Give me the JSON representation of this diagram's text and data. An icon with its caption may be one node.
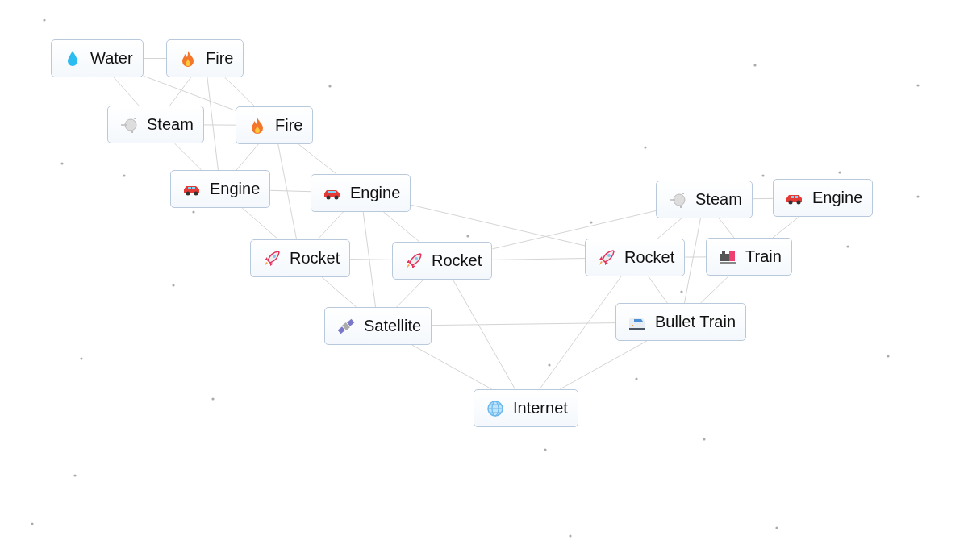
{
  "diagram": {
    "nodes": [
      {
        "text": [
          "Water"
        ]
      },
      {
        "text": [
          "Fire"
        ]
      },
      {
        "text": [
          "Steam"
        ]
      },
      {
        "text": [
          "Fire"
        ]
      },
      {
        "text": [
          "Engine"
        ]
      },
      {
        "text": [
          "Engine"
        ]
      },
      {
        "text": [
          "Rocket"
        ]
      },
      {
        "text": [
          "Rocket"
        ]
      },
      {
        "text": [
          "Satellite"
        ]
      },
      {
        "text": [
          "Internet"
        ]
      },
      {
        "text": [
          "Steam"
        ]
      },
      {
        "text": [
          "Engine"
        ]
      },
      {
        "text": [
          "Rocket"
        ]
      },
      {
        "text": [
          "Train"
        ]
      },
      {
        "text": [
          "Bullet Train"
        ]
      }
    ],
    "edges": [
      {
        "from": 0,
        "to": 1,
        "arrow": "none"
      },
      {
        "from": 0,
        "to": 2,
        "arrow": "none"
      },
      {
        "from": 1,
        "to": 2,
        "arrow": "none"
      },
      {
        "from": 2,
        "to": 3,
        "arrow": "none"
      },
      {
        "from": 1,
        "to": 3,
        "arrow": "none"
      },
      {
        "from": 0,
        "to": 3,
        "arrow": "none"
      },
      {
        "from": 2,
        "to": 4,
        "arrow": "none"
      },
      {
        "from": 3,
        "to": 4,
        "arrow": "none"
      },
      {
        "from": 1,
        "to": 4,
        "arrow": "none"
      },
      {
        "from": 4,
        "to": 5,
        "arrow": "none"
      },
      {
        "from": 3,
        "to": 5,
        "arrow": "none"
      },
      {
        "from": 4,
        "to": 6,
        "arrow": "none"
      },
      {
        "from": 5,
        "to": 6,
        "arrow": "none"
      },
      {
        "from": 3,
        "to": 6,
        "arrow": "none"
      },
      {
        "from": 6,
        "to": 7,
        "arrow": "none"
      },
      {
        "from": 5,
        "to": 7,
        "arrow": "none"
      },
      {
        "from": 6,
        "to": 8,
        "arrow": "none"
      },
      {
        "from": 7,
        "to": 8,
        "arrow": "none"
      },
      {
        "from": 5,
        "to": 8,
        "arrow": "none"
      },
      {
        "from": 8,
        "to": 9,
        "arrow": "none"
      },
      {
        "from": 7,
        "to": 9,
        "arrow": "none"
      },
      {
        "from": 7,
        "to": 12,
        "arrow": "none"
      },
      {
        "from": 5,
        "to": 12,
        "arrow": "none"
      },
      {
        "from": 7,
        "to": 10,
        "arrow": "none"
      },
      {
        "from": 8,
        "to": 14,
        "arrow": "none"
      },
      {
        "from": 10,
        "to": 11,
        "arrow": "none"
      },
      {
        "from": 10,
        "to": 12,
        "arrow": "none"
      },
      {
        "from": 10,
        "to": 13,
        "arrow": "none"
      },
      {
        "from": 11,
        "to": 13,
        "arrow": "none"
      },
      {
        "from": 12,
        "to": 13,
        "arrow": "none"
      },
      {
        "from": 12,
        "to": 14,
        "arrow": "none"
      },
      {
        "from": 13,
        "to": 14,
        "arrow": "none"
      },
      {
        "from": 10,
        "to": 14,
        "arrow": "none"
      },
      {
        "from": 12,
        "to": 9,
        "arrow": "none"
      },
      {
        "from": 14,
        "to": 9,
        "arrow": "none"
      }
    ]
  }
}
